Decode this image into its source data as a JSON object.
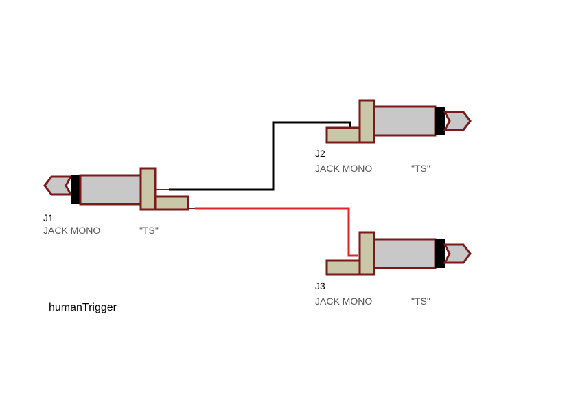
{
  "colors": {
    "outline": "#7a1a1a",
    "body": "#c9c7a8",
    "sleeve": "#c8c8c8",
    "ring": "#000000",
    "wire_tip": "#000000",
    "wire_sleeve": "#e0242b"
  },
  "jacks": [
    {
      "ref": "J1",
      "value": "JACK MONO",
      "type": "\"TS\""
    },
    {
      "ref": "J2",
      "value": "JACK MONO",
      "type": "\"TS\""
    },
    {
      "ref": "J3",
      "value": "JACK MONO",
      "type": "\"TS\""
    }
  ],
  "credit": "humanTrigger"
}
